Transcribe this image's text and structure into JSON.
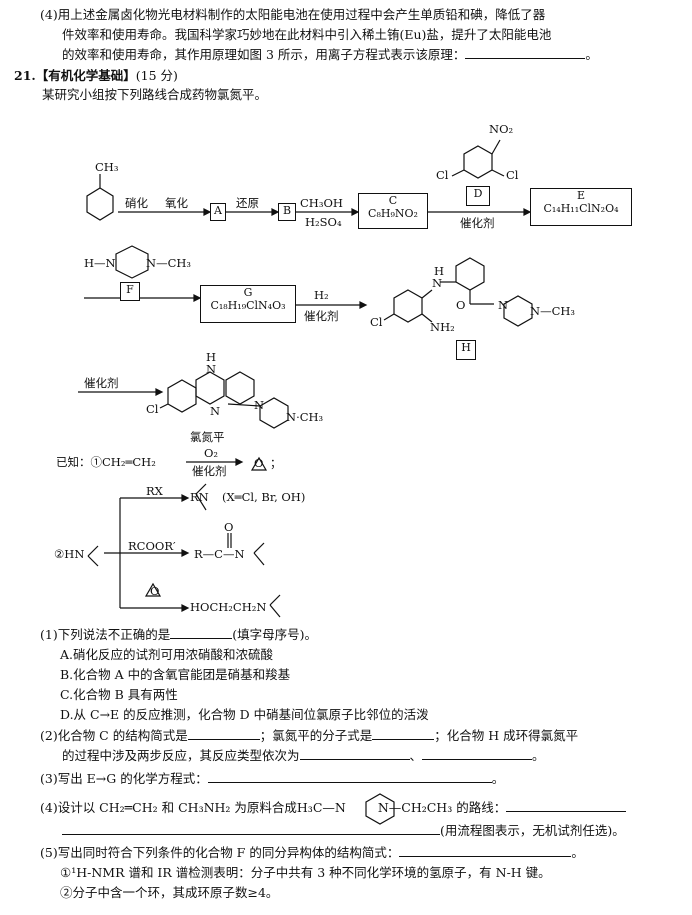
{
  "q4": {
    "line1": "(4)用上述金属卤化物光电材料制作的太阳能电池在使用过程中会产生单质铅和碘，降低了器",
    "line2": "件效率和使用寿命。我国科学家巧妙地在此材料中引入稀土铕(Eu)盐，提升了太阳能电池",
    "line3": "的效率和使用寿命，其作用原理如图 3 所示，用离子方程式表示该原理：",
    "end": "。"
  },
  "q21": {
    "header_num": "21.",
    "header_bracket": "【有机化学基础】",
    "header_score": "(15 分)",
    "intro": "某研究小组按下列路线合成药物氯氮平。"
  },
  "scheme": {
    "ch3": "CH₃",
    "no2": "NO₂",
    "cl_left": "Cl",
    "cl_right": "Cl",
    "step1": "硝化",
    "step2": "氧化",
    "step3": "还原",
    "box_a": "A",
    "box_b": "B",
    "reagent_top": "CH₃OH",
    "reagent_bottom": "H₂SO₄",
    "box_c_label": "C",
    "box_c_formula": "C₈H₉NO₂",
    "box_d": "D",
    "catalyst1": "催化剂",
    "box_e_label": "E",
    "box_e_formula": "C₁₄H₁₁ClN₂O₄",
    "f_structure_left": "H—N",
    "f_structure_right": "N—CH₃",
    "box_f": "F",
    "box_g_label": "G",
    "box_g_formula": "C₁₈H₁₉ClN₄O₃",
    "h2": "H₂",
    "catalyst2": "催化剂",
    "h_nh": "H",
    "h_n": "N",
    "h_o": "O",
    "h_cl": "Cl",
    "h_nh2": "NH₂",
    "h_ch3": "N—CH₃",
    "h_n2": "N",
    "box_h": "H",
    "catalyst3": "催化剂",
    "cl_h": "H",
    "cl_n1": "N",
    "cl_n2": "N",
    "cl_cl": "Cl",
    "cl_nch3": "N·CH₃",
    "cl_n3": "N",
    "product_name": "氯氮平"
  },
  "known": {
    "label": "已知：①CH₂═CH₂",
    "o2": "O₂",
    "catalyst": "催化剂",
    "epoxide_o": "O",
    "semicolon": "；",
    "rx": "RX",
    "rx_product": "RN",
    "rx_x": "(X═Cl, Br, OH)",
    "start": "②HN",
    "rcoor": "RCOOR′",
    "amide_o": "O",
    "amide": "R—C—N",
    "epox_o": "O",
    "hoch": "HOCH₂CH₂N"
  },
  "questions": {
    "q1": "(1)下列说法不正确的是",
    "q1_tail": "(填字母序号)。",
    "optA": "A.硝化反应的试剂可用浓硝酸和浓硫酸",
    "optB": "B.化合物 A 中的含氧官能团是硝基和羧基",
    "optC": "C.化合物 B 具有两性",
    "optD": "D.从 C→E 的反应推测，化合物 D 中硝基间位氯原子比邻位的活泼",
    "q2a": "(2)化合物 C 的结构简式是",
    "q2b": "；氯氮平的分子式是",
    "q2c": "；化合物 H 成环得氯氮平",
    "q2d": "的过程中涉及两步反应，其反应类型依次为",
    "q2e": "、",
    "q2f": "。",
    "q3": "(3)写出 E→G 的化学方程式：",
    "q3_end": "。",
    "q4a": "(4)设计以 CH₂═CH₂ 和 CH₃NH₂ 为原料合成H₃C—N",
    "q4b": "N—CH₂CH₃ 的路线：",
    "q4c": "(用流程图表示，无机试剂任选)。",
    "q5": "(5)写出同时符合下列条件的化合物 F 的同分异构体的结构简式：",
    "q5_end": "。",
    "cond1": "①¹H-NMR 谱和 IR 谱检测表明：分子中共有 3 种不同化学环境的氢原子，有 N-H 键。",
    "cond2": "②分子中含一个环，其成环原子数≥4。"
  }
}
